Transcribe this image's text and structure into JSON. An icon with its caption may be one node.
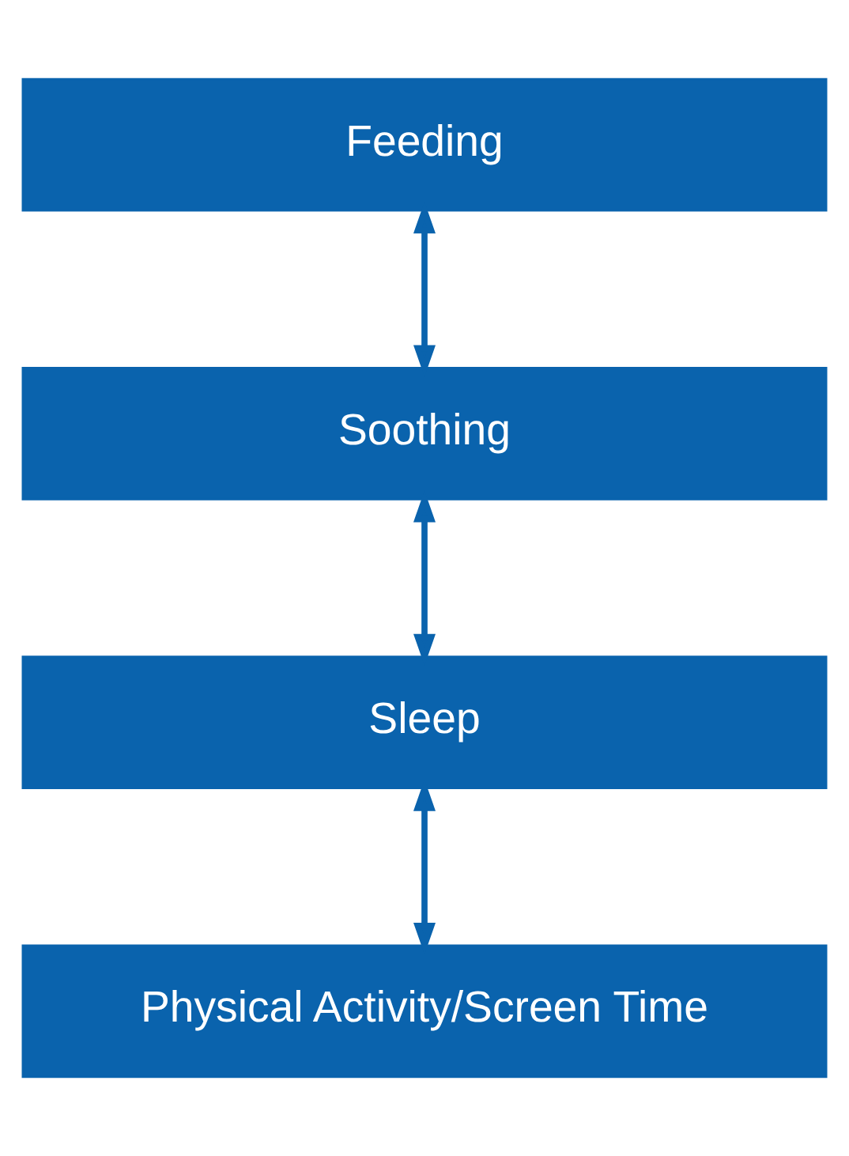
{
  "diagram": {
    "nodes": [
      {
        "text": [
          "Feeding"
        ]
      },
      {
        "text": [
          "Soothing"
        ]
      },
      {
        "text": [
          "Sleep"
        ]
      },
      {
        "text": [
          "Physical Activity/Screen Time"
        ]
      }
    ],
    "edges": [
      {
        "from": 0,
        "to": 1,
        "arrow": "both"
      },
      {
        "from": 1,
        "to": 2,
        "arrow": "both"
      },
      {
        "from": 2,
        "to": 3,
        "arrow": "both"
      }
    ]
  }
}
